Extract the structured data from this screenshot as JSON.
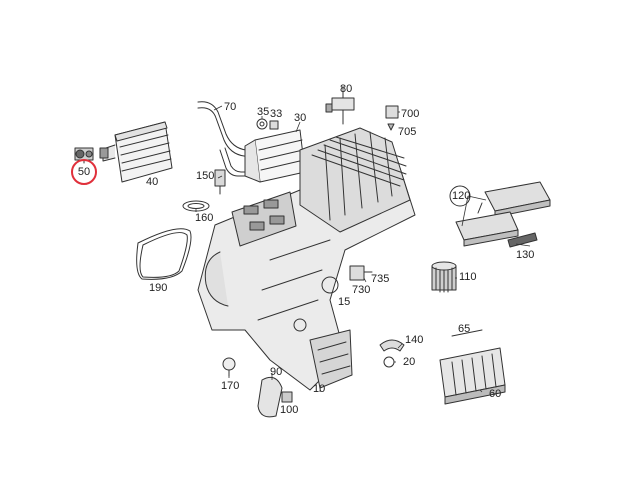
{
  "diagram": {
    "highlight_color": "#e0303b",
    "line_color": "#333333",
    "callouts": [
      {
        "id": "c10",
        "label": "10"
      },
      {
        "id": "c15",
        "label": "15"
      },
      {
        "id": "c20",
        "label": "20"
      },
      {
        "id": "c30",
        "label": "30"
      },
      {
        "id": "c33",
        "label": "33"
      },
      {
        "id": "c35",
        "label": "35"
      },
      {
        "id": "c40",
        "label": "40"
      },
      {
        "id": "c50",
        "label": "50",
        "highlighted": true
      },
      {
        "id": "c60",
        "label": "60"
      },
      {
        "id": "c65",
        "label": "65"
      },
      {
        "id": "c70",
        "label": "70"
      },
      {
        "id": "c80",
        "label": "80"
      },
      {
        "id": "c90",
        "label": "90"
      },
      {
        "id": "c100",
        "label": "100"
      },
      {
        "id": "c110",
        "label": "110"
      },
      {
        "id": "c120",
        "label": "120"
      },
      {
        "id": "c130",
        "label": "130"
      },
      {
        "id": "c140",
        "label": "140"
      },
      {
        "id": "c150",
        "label": "150"
      },
      {
        "id": "c160",
        "label": "160"
      },
      {
        "id": "c170",
        "label": "170"
      },
      {
        "id": "c190",
        "label": "190"
      },
      {
        "id": "c700",
        "label": "700"
      },
      {
        "id": "c705",
        "label": "705"
      },
      {
        "id": "c730",
        "label": "730"
      },
      {
        "id": "c735",
        "label": "735"
      }
    ]
  }
}
